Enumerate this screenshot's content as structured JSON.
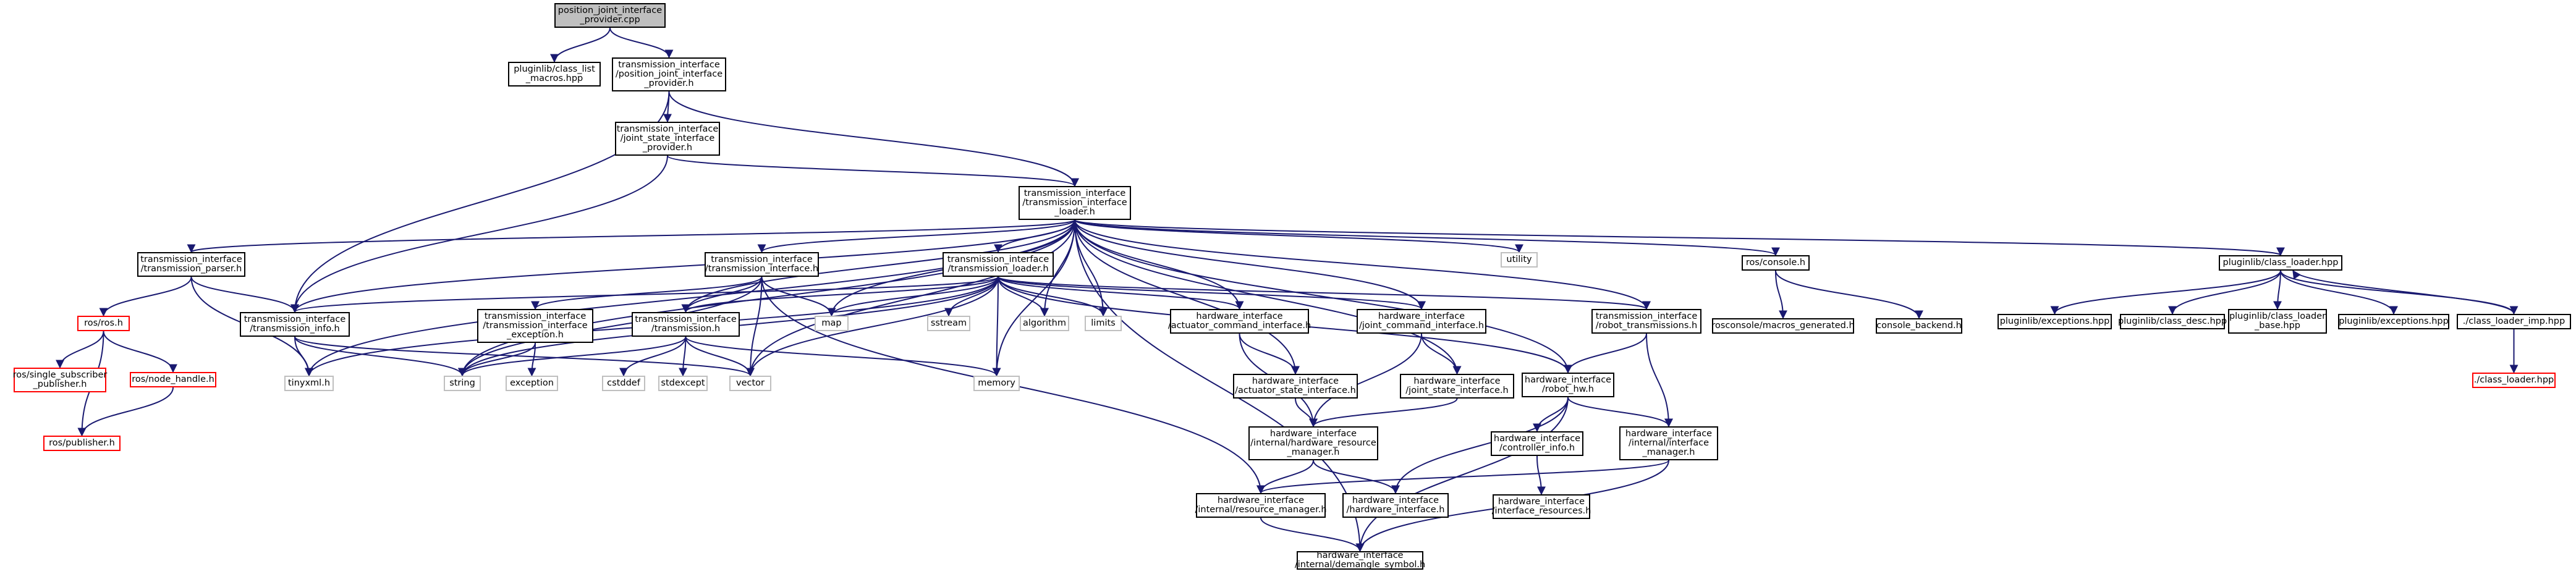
{
  "graph_title": "position_joint_interface_provider.cpp include dependency graph",
  "nodes": [
    {
      "id": "root",
      "lines": [
        "position_joint_interface",
        "_provider.cpp"
      ],
      "kind": "root"
    },
    {
      "id": "cl_macros",
      "lines": [
        "pluginlib/class_list",
        "_macros.hpp"
      ],
      "kind": "file"
    },
    {
      "id": "pji_provider_h",
      "lines": [
        "transmission_interface",
        "/position_joint_interface",
        "_provider.h"
      ],
      "kind": "file"
    },
    {
      "id": "jsi_provider_h",
      "lines": [
        "transmission_interface",
        "/joint_state_interface",
        "_provider.h"
      ],
      "kind": "file"
    },
    {
      "id": "ti_loader_h",
      "lines": [
        "transmission_interface",
        "/transmission_interface",
        "_loader.h"
      ],
      "kind": "file"
    },
    {
      "id": "t_parser_h",
      "lines": [
        "transmission_interface",
        "/transmission_parser.h"
      ],
      "kind": "file"
    },
    {
      "id": "ros_h",
      "lines": [
        "ros/ros.h"
      ],
      "kind": "trunc"
    },
    {
      "id": "ros_ssp_h",
      "lines": [
        "ros/single_subscriber",
        "_publisher.h"
      ],
      "kind": "trunc"
    },
    {
      "id": "ros_nh_h",
      "lines": [
        "ros/node_handle.h"
      ],
      "kind": "trunc"
    },
    {
      "id": "ros_pub_h",
      "lines": [
        "ros/publisher.h"
      ],
      "kind": "trunc"
    },
    {
      "id": "t_info_h",
      "lines": [
        "transmission_interface",
        "/transmission_info.h"
      ],
      "kind": "file"
    },
    {
      "id": "tinyxml_h",
      "lines": [
        "tinyxml.h"
      ],
      "kind": "missing"
    },
    {
      "id": "string",
      "lines": [
        "string"
      ],
      "kind": "missing"
    },
    {
      "id": "ti_h",
      "lines": [
        "transmission_interface",
        "/transmission_interface.h"
      ],
      "kind": "file"
    },
    {
      "id": "ti_exc_h",
      "lines": [
        "transmission_interface",
        "/transmission_interface",
        "_exception.h"
      ],
      "kind": "file"
    },
    {
      "id": "exception",
      "lines": [
        "exception"
      ],
      "kind": "missing"
    },
    {
      "id": "t_loader_h",
      "lines": [
        "transmission_interface",
        "/transmission_loader.h"
      ],
      "kind": "file"
    },
    {
      "id": "transmission_h",
      "lines": [
        "transmission_interface",
        "/transmission.h"
      ],
      "kind": "file"
    },
    {
      "id": "cstddef",
      "lines": [
        "cstddef"
      ],
      "kind": "missing"
    },
    {
      "id": "stdexcept",
      "lines": [
        "stdexcept"
      ],
      "kind": "missing"
    },
    {
      "id": "vector",
      "lines": [
        "vector"
      ],
      "kind": "missing"
    },
    {
      "id": "map",
      "lines": [
        "map"
      ],
      "kind": "missing"
    },
    {
      "id": "sstream",
      "lines": [
        "sstream"
      ],
      "kind": "missing"
    },
    {
      "id": "algorithm",
      "lines": [
        "algorithm"
      ],
      "kind": "missing"
    },
    {
      "id": "limits",
      "lines": [
        "limits"
      ],
      "kind": "missing"
    },
    {
      "id": "memory",
      "lines": [
        "memory"
      ],
      "kind": "missing"
    },
    {
      "id": "utility",
      "lines": [
        "utility"
      ],
      "kind": "missing"
    },
    {
      "id": "aci_h",
      "lines": [
        "hardware_interface",
        "/actuator_command_interface.h"
      ],
      "kind": "file"
    },
    {
      "id": "asi_h",
      "lines": [
        "hardware_interface",
        "/actuator_state_interface.h"
      ],
      "kind": "file"
    },
    {
      "id": "jci_h",
      "lines": [
        "hardware_interface",
        "/joint_command_interface.h"
      ],
      "kind": "file"
    },
    {
      "id": "jsi_h",
      "lines": [
        "hardware_interface",
        "/joint_state_interface.h"
      ],
      "kind": "file"
    },
    {
      "id": "hrm_h",
      "lines": [
        "hardware_interface",
        "/internal/hardware_resource",
        "_manager.h"
      ],
      "kind": "file"
    },
    {
      "id": "rm_h",
      "lines": [
        "hardware_interface",
        "/internal/resource_manager.h"
      ],
      "kind": "file"
    },
    {
      "id": "hwi_h",
      "lines": [
        "hardware_interface",
        "/hardware_interface.h"
      ],
      "kind": "file"
    },
    {
      "id": "demangle_h",
      "lines": [
        "hardware_interface",
        "/internal/demangle_symbol.h"
      ],
      "kind": "file"
    },
    {
      "id": "robot_tr_h",
      "lines": [
        "transmission_interface",
        "/robot_transmissions.h"
      ],
      "kind": "file"
    },
    {
      "id": "robot_hw_h",
      "lines": [
        "hardware_interface",
        "/robot_hw.h"
      ],
      "kind": "file"
    },
    {
      "id": "ci_h",
      "lines": [
        "hardware_interface",
        "/controller_info.h"
      ],
      "kind": "file"
    },
    {
      "id": "ir_h",
      "lines": [
        "hardware_interface",
        "/interface_resources.h"
      ],
      "kind": "file"
    },
    {
      "id": "im_h",
      "lines": [
        "hardware_interface",
        "/internal/interface",
        "_manager.h"
      ],
      "kind": "file"
    },
    {
      "id": "rc_h",
      "lines": [
        "ros/console.h"
      ],
      "kind": "file"
    },
    {
      "id": "rc_macros_h",
      "lines": [
        "rosconsole/macros_generated.h"
      ],
      "kind": "file"
    },
    {
      "id": "console_backend_h",
      "lines": [
        "console_backend.h"
      ],
      "kind": "file"
    },
    {
      "id": "cl_hpp",
      "lines": [
        "pluginlib/class_loader.hpp"
      ],
      "kind": "file"
    },
    {
      "id": "pl_exc_hpp",
      "lines": [
        "pluginlib/exceptions.hpp"
      ],
      "kind": "file"
    },
    {
      "id": "pl_cd_hpp",
      "lines": [
        "pluginlib/class_desc.hpp"
      ],
      "kind": "file"
    },
    {
      "id": "pl_clb_hpp",
      "lines": [
        "pluginlib/class_loader",
        "_base.hpp"
      ],
      "kind": "file"
    },
    {
      "id": "pl_exc2_hpp",
      "lines": [
        "pluginlib/exceptions.hpp"
      ],
      "kind": "file"
    },
    {
      "id": "cl_imp_hpp",
      "lines": [
        "./class_loader_imp.hpp"
      ],
      "kind": "file"
    },
    {
      "id": "cl_hpp2",
      "lines": [
        "./class_loader.hpp"
      ],
      "kind": "trunc"
    }
  ],
  "edges": [
    [
      "root",
      "cl_macros"
    ],
    [
      "root",
      "pji_provider_h"
    ],
    [
      "pji_provider_h",
      "jsi_provider_h"
    ],
    [
      "pji_provider_h",
      "ti_loader_h"
    ],
    [
      "pji_provider_h",
      "t_info_h"
    ],
    [
      "jsi_provider_h",
      "ti_loader_h"
    ],
    [
      "jsi_provider_h",
      "t_info_h"
    ],
    [
      "ti_loader_h",
      "t_parser_h"
    ],
    [
      "ti_loader_h",
      "t_info_h"
    ],
    [
      "ti_loader_h",
      "ti_h"
    ],
    [
      "ti_loader_h",
      "t_loader_h"
    ],
    [
      "ti_loader_h",
      "transmission_h"
    ],
    [
      "ti_loader_h",
      "string"
    ],
    [
      "ti_loader_h",
      "map"
    ],
    [
      "ti_loader_h",
      "vector"
    ],
    [
      "ti_loader_h",
      "algorithm"
    ],
    [
      "ti_loader_h",
      "limits"
    ],
    [
      "ti_loader_h",
      "memory"
    ],
    [
      "ti_loader_h",
      "utility"
    ],
    [
      "ti_loader_h",
      "aci_h"
    ],
    [
      "ti_loader_h",
      "asi_h"
    ],
    [
      "ti_loader_h",
      "jci_h"
    ],
    [
      "ti_loader_h",
      "jsi_h"
    ],
    [
      "ti_loader_h",
      "robot_tr_h"
    ],
    [
      "ti_loader_h",
      "robot_hw_h"
    ],
    [
      "ti_loader_h",
      "rc_h"
    ],
    [
      "ti_loader_h",
      "cl_hpp"
    ],
    [
      "ti_loader_h",
      "demangle_h"
    ],
    [
      "ti_loader_h",
      "tinyxml_h"
    ],
    [
      "t_parser_h",
      "ros_h"
    ],
    [
      "t_parser_h",
      "t_info_h"
    ],
    [
      "t_parser_h",
      "tinyxml_h"
    ],
    [
      "ros_h",
      "ros_ssp_h"
    ],
    [
      "ros_h",
      "ros_nh_h"
    ],
    [
      "ros_h",
      "ros_pub_h"
    ],
    [
      "ros_nh_h",
      "ros_pub_h"
    ],
    [
      "t_info_h",
      "tinyxml_h"
    ],
    [
      "t_info_h",
      "string"
    ],
    [
      "t_info_h",
      "vector"
    ],
    [
      "ti_h",
      "ti_exc_h"
    ],
    [
      "ti_h",
      "transmission_h"
    ],
    [
      "ti_h",
      "string"
    ],
    [
      "ti_h",
      "map"
    ],
    [
      "ti_h",
      "vector"
    ],
    [
      "ti_h",
      "rm_h"
    ],
    [
      "ti_exc_h",
      "exception"
    ],
    [
      "ti_exc_h",
      "string"
    ],
    [
      "t_loader_h",
      "t_info_h"
    ],
    [
      "t_loader_h",
      "transmission_h"
    ],
    [
      "t_loader_h",
      "sstream"
    ],
    [
      "t_loader_h",
      "algorithm"
    ],
    [
      "t_loader_h",
      "limits"
    ],
    [
      "t_loader_h",
      "memory"
    ],
    [
      "t_loader_h",
      "vector"
    ],
    [
      "t_loader_h",
      "map"
    ],
    [
      "t_loader_h",
      "string"
    ],
    [
      "t_loader_h",
      "tinyxml_h"
    ],
    [
      "t_loader_h",
      "aci_h"
    ],
    [
      "t_loader_h",
      "jci_h"
    ],
    [
      "t_loader_h",
      "robot_hw_h"
    ],
    [
      "t_loader_h",
      "robot_tr_h"
    ],
    [
      "transmission_h",
      "cstddef"
    ],
    [
      "transmission_h",
      "stdexcept"
    ],
    [
      "transmission_h",
      "string"
    ],
    [
      "transmission_h",
      "vector"
    ],
    [
      "transmission_h",
      "memory"
    ],
    [
      "aci_h",
      "asi_h"
    ],
    [
      "aci_h",
      "hrm_h"
    ],
    [
      "asi_h",
      "hrm_h"
    ],
    [
      "jci_h",
      "jsi_h"
    ],
    [
      "jci_h",
      "hrm_h"
    ],
    [
      "jsi_h",
      "hrm_h"
    ],
    [
      "hrm_h",
      "rm_h"
    ],
    [
      "hrm_h",
      "hwi_h"
    ],
    [
      "rm_h",
      "demangle_h"
    ],
    [
      "robot_tr_h",
      "robot_hw_h"
    ],
    [
      "robot_tr_h",
      "im_h"
    ],
    [
      "robot_hw_h",
      "ci_h"
    ],
    [
      "robot_hw_h",
      "im_h"
    ],
    [
      "robot_hw_h",
      "hwi_h"
    ],
    [
      "robot_hw_h",
      "demangle_h"
    ],
    [
      "ci_h",
      "ir_h"
    ],
    [
      "im_h",
      "rm_h"
    ],
    [
      "im_h",
      "demangle_h"
    ],
    [
      "rc_h",
      "rc_macros_h"
    ],
    [
      "rc_h",
      "console_backend_h"
    ],
    [
      "cl_hpp",
      "pl_exc_hpp"
    ],
    [
      "cl_hpp",
      "pl_cd_hpp"
    ],
    [
      "cl_hpp",
      "pl_clb_hpp"
    ],
    [
      "cl_hpp",
      "pl_exc2_hpp"
    ],
    [
      "cl_hpp",
      "cl_imp_hpp"
    ],
    [
      "cl_imp_hpp",
      "cl_hpp"
    ],
    [
      "cl_imp_hpp",
      "cl_hpp2"
    ]
  ]
}
